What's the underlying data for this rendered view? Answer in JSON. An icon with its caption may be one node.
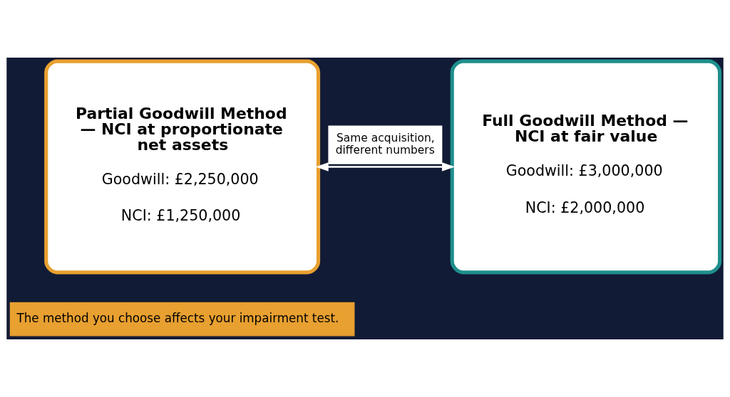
{
  "diagram": {
    "nodes": [
      {
        "text": [
          "Partial Goodwill Method — NCI at proportionate net assets",
          "Goodwill: £2,250,000",
          "NCI: £1,250,000"
        ]
      },
      {
        "text": [
          "Full Goodwill Method — NCI at fair value",
          "Goodwill: £3,000,000",
          "NCI: £2,000,000"
        ]
      },
      {
        "text": [
          "The method you choose affects your impairment test."
        ]
      }
    ],
    "edges": [
      {
        "from": 0,
        "to": 1,
        "arrow": "both",
        "label": "Same acquisition, different numbers"
      }
    ]
  }
}
